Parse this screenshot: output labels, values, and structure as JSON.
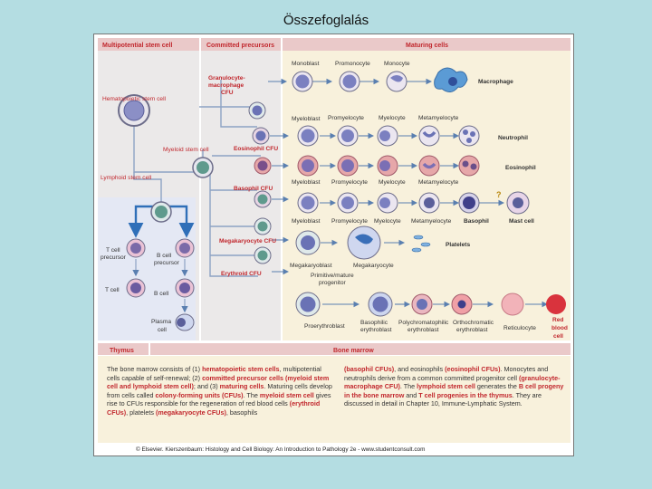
{
  "slide_title": "Összefoglalás",
  "headers": {
    "multipotent": "Multipotential stem cell",
    "committed": "Committed precursors",
    "maturing": "Maturing cells",
    "thymus": "Thymus",
    "bone_marrow": "Bone marrow"
  },
  "labels": {
    "hematopoietic": "Hematopoietic stem cell",
    "myeloid": "Myeloid stem cell",
    "lymphoid": "Lymphoid stem cell",
    "gm_cfu_1": "Granulocyte-",
    "gm_cfu_2": "macrophage",
    "gm_cfu_3": "CFU",
    "eos_cfu": "Eosinophil CFU",
    "baso_cfu": "Basophil CFU",
    "mega_cfu": "Megakaryocyte CFU",
    "ery_cfu": "Erythroid CFU",
    "tcell_prec_1": "T cell",
    "tcell_prec_2": "precursor",
    "bcell_prec_1": "B cell",
    "bcell_prec_2": "precursor",
    "tcell": "T cell",
    "bcell": "B cell",
    "plasma_1": "Plasma",
    "plasma_2": "cell",
    "monoblast": "Monoblast",
    "promonocyte": "Promonocyte",
    "monocyte": "Monocyte",
    "macrophage": "Macrophage",
    "myeloblast": "Myeloblast",
    "promyelocyte": "Promyelocyte",
    "myelocyte": "Myelocyte",
    "metamyelocyte": "Metamyelocyte",
    "neutrophil": "Neutrophil",
    "eosinophil": "Eosinophil",
    "basophil": "Basophil",
    "mast_cell": "Mast cell",
    "question": "?",
    "platelets": "Platelets",
    "megakaryoblast": "Megakaryoblast",
    "megakaryocyte": "Megakaryocyte",
    "prim_1": "Primitive/mature",
    "prim_2": "progenitor",
    "proerythroblast": "Proerythroblast",
    "baso_ery_1": "Basophilic",
    "baso_ery_2": "erythroblast",
    "poly_1": "Polychromatophilic",
    "poly_2": "erythroblast",
    "ortho_1": "Orthochromatic",
    "ortho_2": "erythroblast",
    "reticulocyte": "Reticulocyte",
    "rbc_1": "Red",
    "rbc_2": "blood",
    "rbc_3": "cell"
  },
  "text_left": {
    "p1": "The bone marrow consists of (1) ",
    "h1": "hematopoietic stem cells",
    "p2": ", multipotential cells capable of self-renewal; (2) ",
    "h2": "committed precursor cells (myeloid stem cell and lymphoid stem cell)",
    "p3": "; and (3) ",
    "h3": "maturing cells",
    "p4": ". Maturing cells develop from cells called ",
    "h4": "colony-forming units (CFUs)",
    "p5": ". The ",
    "h5": "myeloid stem cell",
    "p6": " gives rise to CFUs responsible for the regeneration of red blood cells ",
    "h6": "(erythroid CFUs)",
    "p7": ", platelets ",
    "h7": "(megakaryocyte CFUs)",
    "p8": ", basophils"
  },
  "text_right": {
    "h1": "(basophil CFUs)",
    "p1": ", and eosinophils ",
    "h2": "(eosinophil CFUs)",
    "p2": ". Monocytes and neutrophils derive from a common committed progenitor cell ",
    "h3": "(granulocyte-macrophage CFU)",
    "p3": ". The ",
    "h4": "lymphoid stem cell",
    "p4": " generates the ",
    "h5": "B cell progeny in the bone marrow",
    "p5": " and ",
    "h6": "T cell progenies in the thymus",
    "p6": ". They are discussed in detail in Chapter 10, Immune-Lymphatic System."
  },
  "caption": "© Elsevier. Kierszenbaum: Histology and Cell Biology: An Introduction to Pathology 2e - www.studentconsult.com",
  "colors": {
    "slide_bg": "#b4dde2",
    "panel_cream": "#f8f1dc",
    "panel_grey": "#ebe9e9",
    "lymph_panel": "#e4e8f4",
    "header_pink": "#eac9c9",
    "red_text": "#c1272d",
    "arrow_blue": "#3a7fc4"
  }
}
